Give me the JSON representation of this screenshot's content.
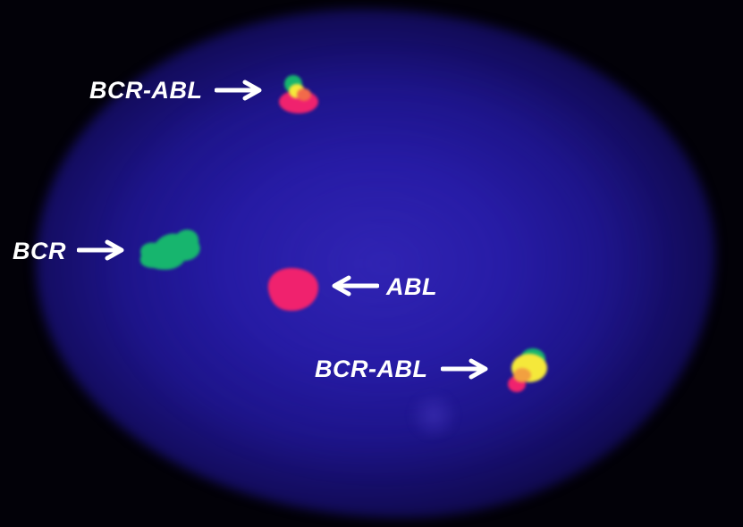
{
  "labels": {
    "bcr_abl_top": "BCR-ABL",
    "bcr": "BCR",
    "abl": "ABL",
    "bcr_abl_bottom": "BCR-ABL"
  },
  "colors": {
    "background": "#000000",
    "nucleus": "#2419a0",
    "green_signal": "#17b56e",
    "red_signal": "#f0226e",
    "fusion_yellow": "#f5e83a",
    "label_text": "#ffffff"
  },
  "icons": [
    "arrow-right-icon",
    "arrow-left-icon"
  ]
}
